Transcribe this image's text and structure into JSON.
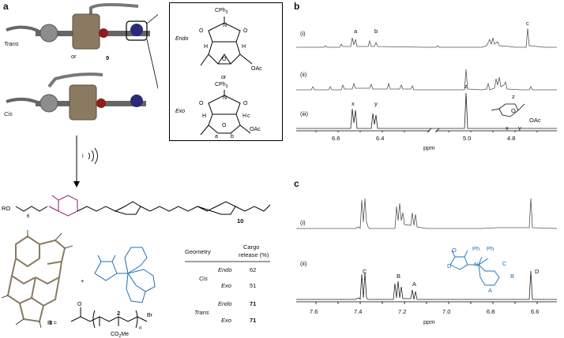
{
  "panel_a": {
    "label": "a",
    "trans_label": "Trans",
    "or1": "or",
    "compound9": "9",
    "cis_label": "Cis",
    "step_label": "i",
    "inset": {
      "cpph3_top": "CPh",
      "cpph3_sub": "3",
      "endo_label": "Endo",
      "or_label": "or",
      "exo_label": "Exo",
      "h": "H",
      "o": "O",
      "n": "N",
      "oac": "OAc",
      "a": "a",
      "b": "b",
      "c": "c"
    },
    "compound10_ro": "RO",
    "compound10_sub": "6",
    "compound10_label": "10",
    "compound3": "3",
    "plus": "+",
    "compound2": "2",
    "r_eq": "R =",
    "r_br": "Br",
    "r_n": "n",
    "r_co2me": "CO",
    "r_co2me_sub": "2",
    "r_co2me_tail": "Me",
    "table": {
      "header_geometry": "Geometry",
      "header_cargo": "Cargo",
      "header_release": "release (%)",
      "rows": [
        {
          "group": "Cis",
          "geometry": "Endo",
          "value": "62",
          "bold": false
        },
        {
          "group": "",
          "geometry": "Exo",
          "value": "51",
          "bold": false
        },
        {
          "group": "Trans",
          "geometry": "Endo",
          "value": "71",
          "bold": true
        },
        {
          "group": "",
          "geometry": "Exo",
          "value": "71",
          "bold": true
        }
      ]
    }
  },
  "panel_b": {
    "label": "b",
    "traces": [
      "(i)",
      "(ii)",
      "(iii)"
    ],
    "peak_labels": [
      "a",
      "b",
      "c",
      "x",
      "y",
      "z"
    ],
    "xticks": [
      "6.6",
      "6.4",
      "5.0",
      "4.8"
    ],
    "xlabel": "ppm",
    "struct_labels": {
      "z": "z",
      "o": "O",
      "oac": "OAc",
      "x": "x",
      "y": "y"
    }
  },
  "panel_c": {
    "label": "c",
    "traces": [
      "(i)",
      "(ii)"
    ],
    "peak_labels": [
      "C",
      "B",
      "A",
      "D"
    ],
    "xticks": [
      "7.6",
      "7.4",
      "7.2",
      "7.0",
      "6.8",
      "6.6"
    ],
    "xlabel": "ppm",
    "struct_labels": {
      "ph1": "Ph",
      "ph2": "Ph",
      "o": "O",
      "n": "N",
      "d": "D",
      "c": "C",
      "b": "B",
      "a": "A"
    }
  }
}
